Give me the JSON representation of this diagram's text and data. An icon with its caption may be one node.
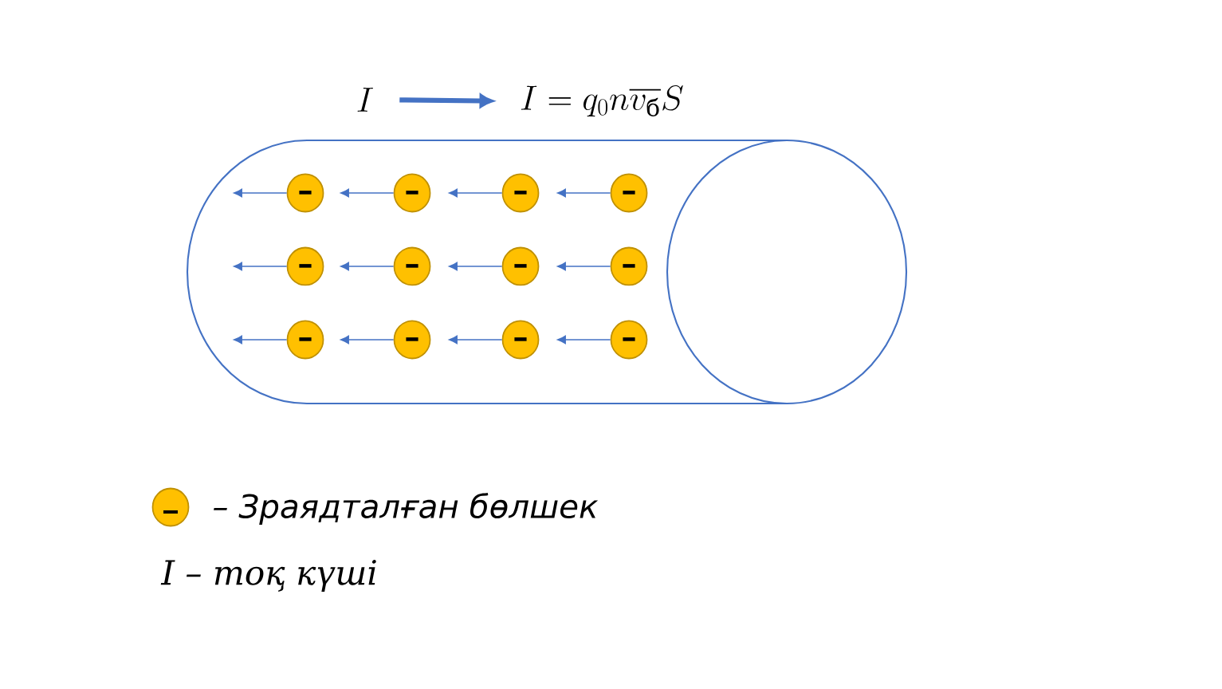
{
  "diagram": {
    "nodes": [
      {
        "text": [
          "I"
        ]
      },
      {
        "text": [
          "I = q_0 n\\overline{v_{\\text{б}}}S"
        ]
      },
      {
        "text": [],
        "shape": "cylinder"
      },
      {
        "text": [
          "–"
        ],
        "in": 2
      },
      {
        "text": [
          "–"
        ],
        "in": 2
      },
      {
        "text": [
          "–"
        ],
        "in": 2
      },
      {
        "text": [
          "–"
        ],
        "in": 2
      },
      {
        "text": [
          "–"
        ],
        "in": 2
      },
      {
        "text": [
          "–"
        ],
        "in": 2
      },
      {
        "text": [
          "–"
        ],
        "in": 2
      },
      {
        "text": [
          "–"
        ],
        "in": 2
      },
      {
        "text": [
          "–"
        ],
        "in": 2
      },
      {
        "text": [
          "–"
        ],
        "in": 2
      },
      {
        "text": [
          "–"
        ],
        "in": 2
      },
      {
        "text": [
          "–"
        ],
        "in": 2
      }
    ],
    "edges": [
      {
        "from": 0,
        "to": 1,
        "arrow": "to",
        "style": "thick"
      },
      {
        "from": 3,
        "to": null,
        "arrow": "to"
      },
      {
        "from": 4,
        "to": null,
        "arrow": "to"
      },
      {
        "from": 5,
        "to": null,
        "arrow": "to"
      },
      {
        "from": 6,
        "to": null,
        "arrow": "to"
      },
      {
        "from": 7,
        "to": null,
        "arrow": "to"
      },
      {
        "from": 8,
        "to": null,
        "arrow": "to"
      },
      {
        "from": 9,
        "to": null,
        "arrow": "to"
      },
      {
        "from": 10,
        "to": null,
        "arrow": "to"
      },
      {
        "from": 11,
        "to": null,
        "arrow": "to"
      },
      {
        "from": 12,
        "to": null,
        "arrow": "to"
      },
      {
        "from": 13,
        "to": null,
        "arrow": "to"
      },
      {
        "from": 14,
        "to": null,
        "arrow": "to"
      }
    ],
    "labels": [
      "I – тоқ күші"
    ],
    "legend": [
      {
        "text": "– Зраядталған бөлшек"
      }
    ]
  }
}
